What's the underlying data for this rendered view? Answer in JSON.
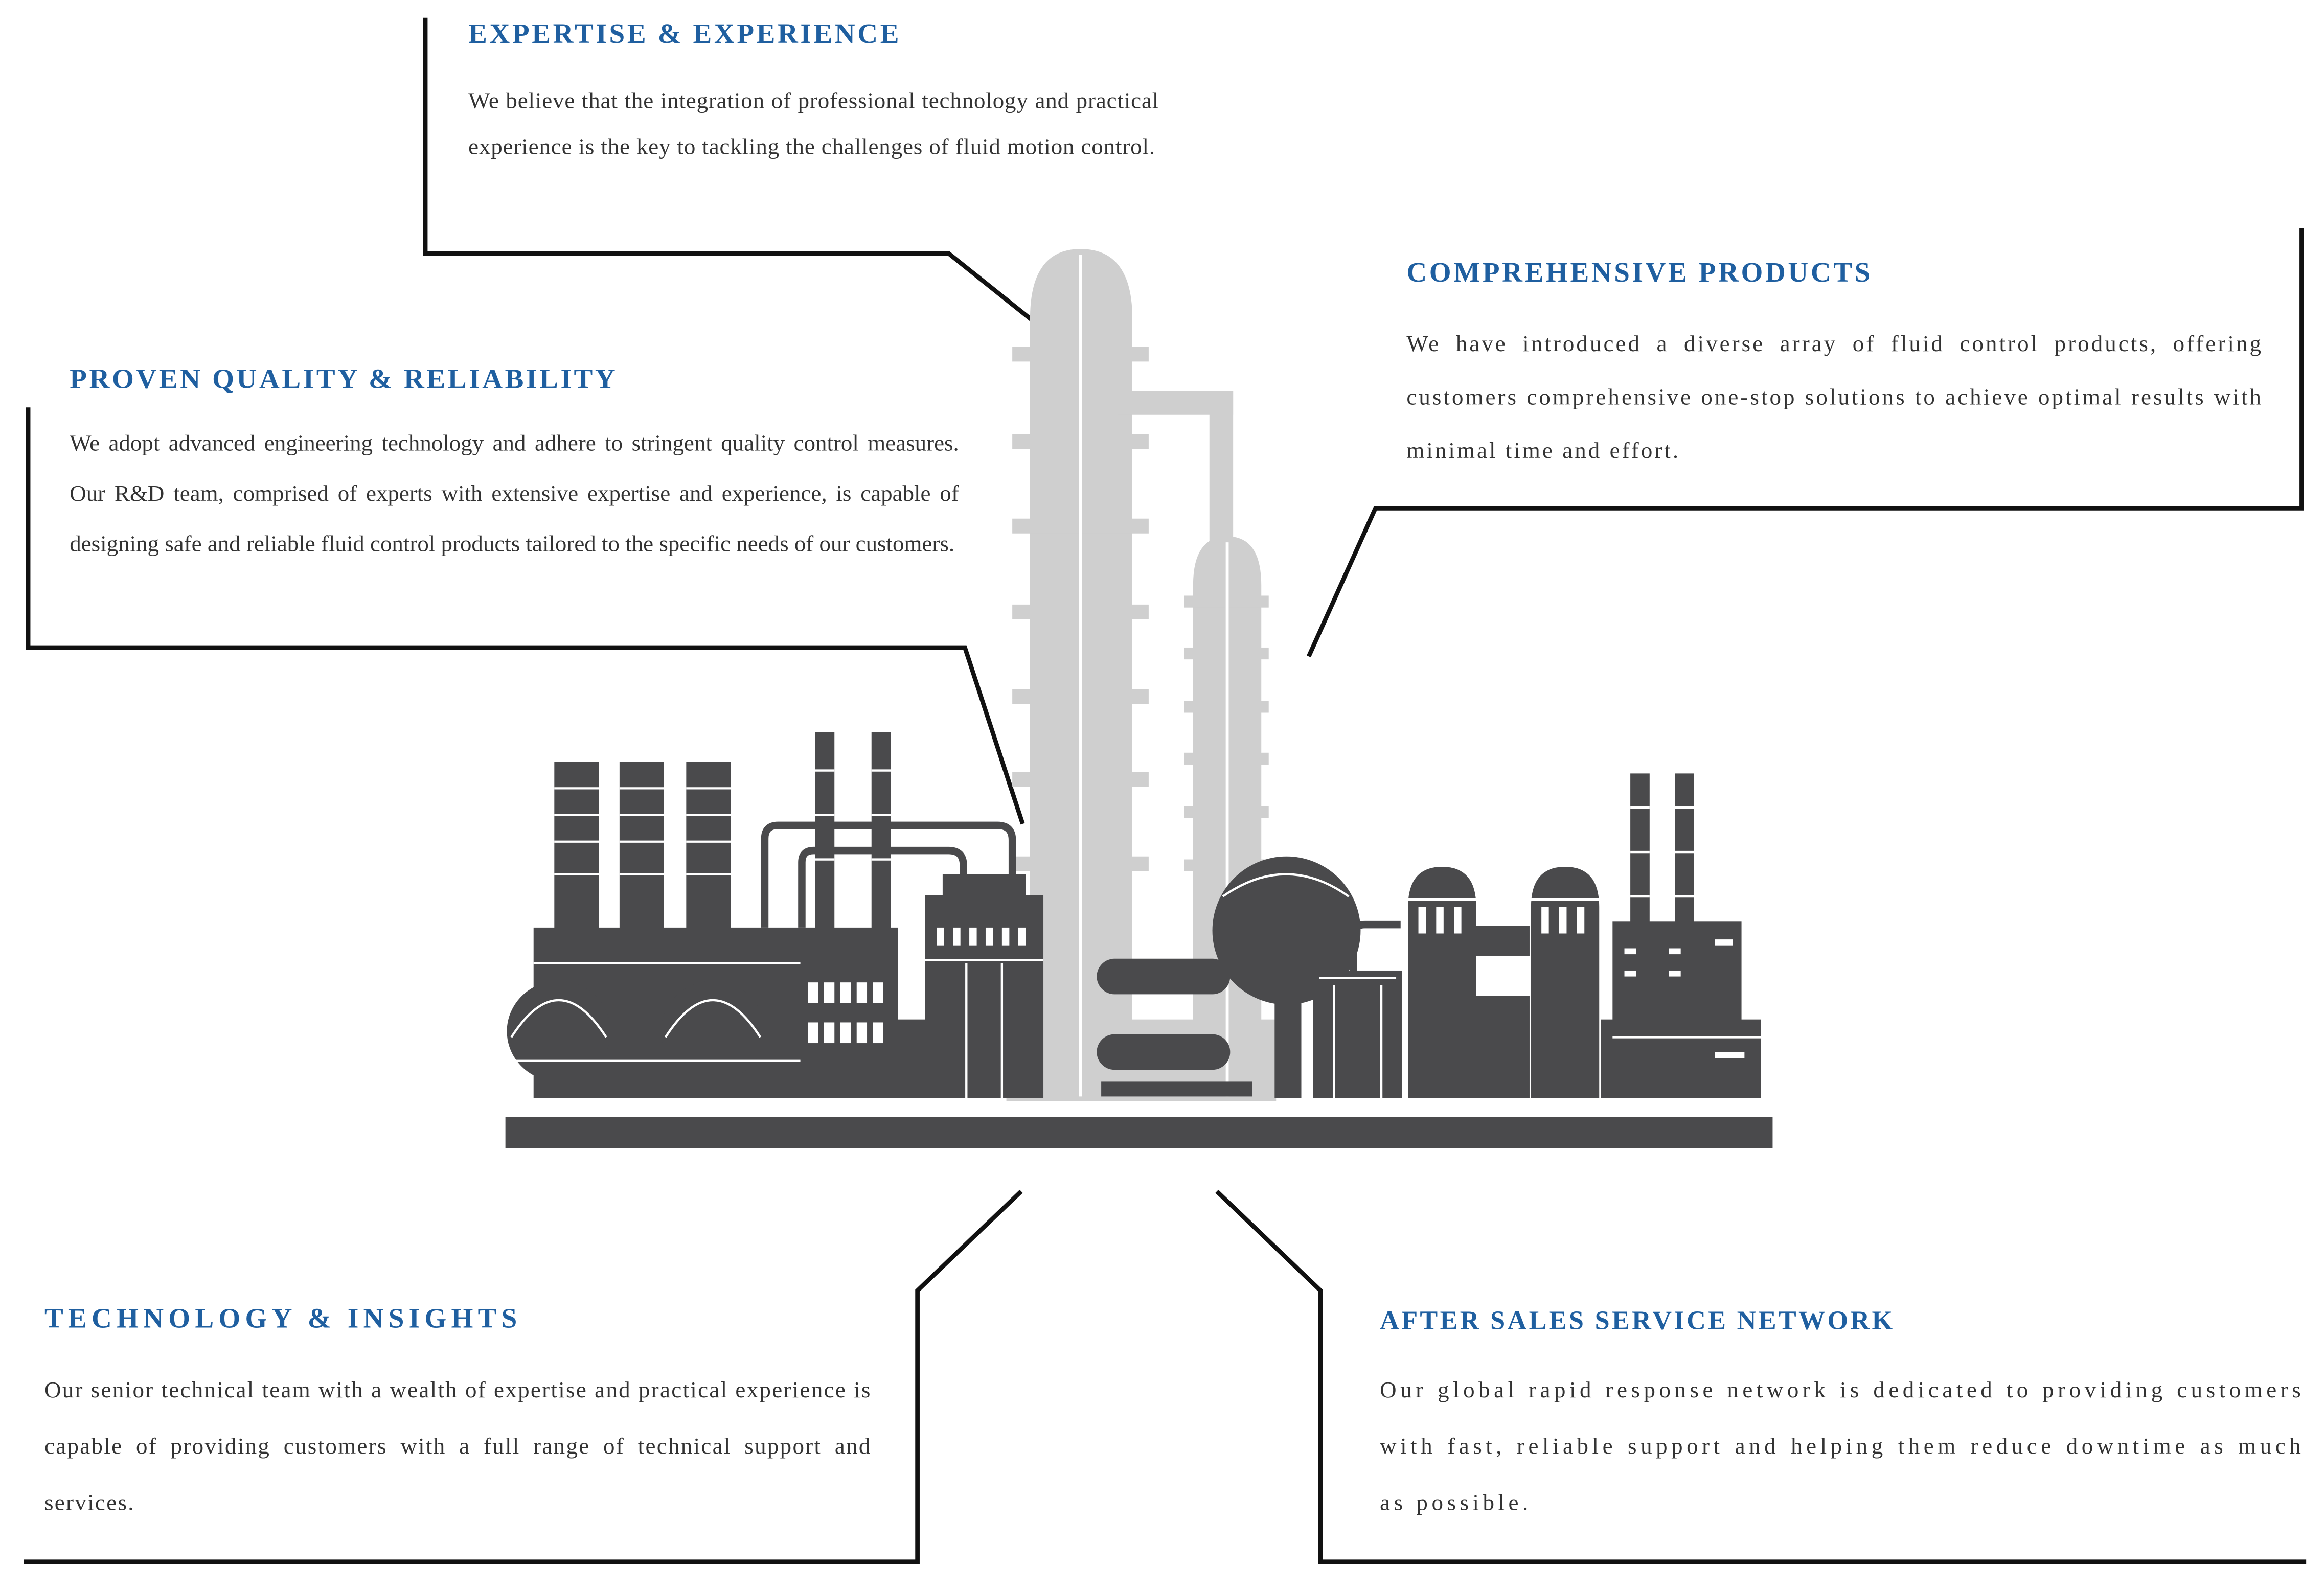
{
  "sections": {
    "expertise": {
      "title": "EXPERTISE & EXPERIENCE",
      "text": "We believe that the integration of professional technology and practical experience is the key to tackling the challenges of fluid motion control."
    },
    "comprehensive": {
      "title": "COMPREHENSIVE PRODUCTS",
      "text": "We have introduced a diverse array of fluid control products, offering customers comprehensive one-stop solutions to achieve optimal results with minimal time and effort."
    },
    "quality": {
      "title": "PROVEN QUALITY & RELIABILITY",
      "text": "We adopt advanced engineering technology and adhere to stringent quality control measures. Our R&D team, comprised of experts with extensive expertise and experience, is capable of designing safe and reliable fluid control products tailored to the specific needs of our customers."
    },
    "technology": {
      "title": "TECHNOLOGY & INSIGHTS",
      "text": "Our senior technical team with a wealth of expertise and practical experience is capable of providing customers with a full range of technical support and services."
    },
    "after_sales": {
      "title": "AFTER SALES SERVICE NETWORK",
      "text": "Our global rapid response network is dedicated to providing customers with fast, reliable support and helping them reduce downtime as much as possible."
    }
  },
  "colors": {
    "title": "#1f5fa0",
    "body_text": "#333333",
    "dark_structure": "#4a4a4c",
    "light_structure": "#cfcfcf",
    "leader_line": "#111111"
  }
}
